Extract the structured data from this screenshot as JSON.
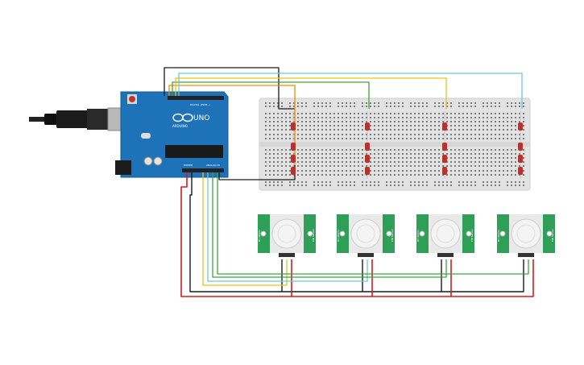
{
  "arduino": {
    "brand": "ARDUINO",
    "model": "UNO",
    "header_digital": "DIGITAL (PWM~)",
    "header_power": "POWER",
    "header_analog": "ANALOG IN"
  },
  "pir_module": {
    "left_label": "HC-SR501",
    "right_label": "PIR Sensor"
  },
  "colors": {
    "board_blue": "#1e73b8",
    "wire_black": "#1a1a1a",
    "wire_red": "#d7191c",
    "wire_orange": "#f28c00",
    "wire_yellow": "#ecc21a",
    "wire_green": "#3aa63a",
    "wire_teal": "#6ec9d2",
    "led_red": "#c0302a",
    "pir_green": "#2f9e57"
  },
  "breadboard": {
    "led_count": 16
  },
  "sensors": {
    "count": 4
  }
}
